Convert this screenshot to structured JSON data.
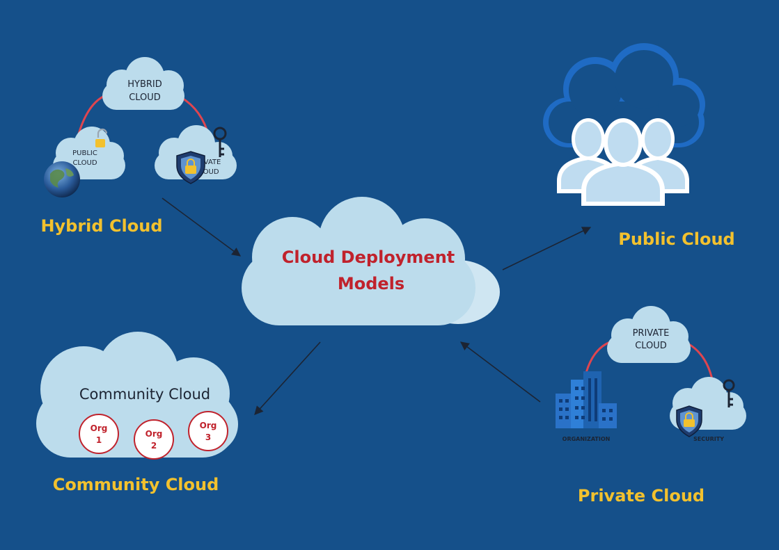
{
  "center": {
    "line1": "Cloud Deployment",
    "line2": "Models"
  },
  "hybrid": {
    "label": "Hybrid Cloud",
    "top_cloud_line1": "HYBRID",
    "top_cloud_line2": "CLOUD",
    "public_line1": "PUBLIC",
    "public_line2": "CLOUD",
    "private_line1": "PRIVATE",
    "private_line2": "CLOUD"
  },
  "public": {
    "label": "Public Cloud"
  },
  "community": {
    "label": "Community Cloud",
    "cloud_title": "Community Cloud",
    "orgs": [
      {
        "line1": "Org",
        "line2": "1"
      },
      {
        "line1": "Org",
        "line2": "2"
      },
      {
        "line1": "Org",
        "line2": "3"
      }
    ]
  },
  "private": {
    "label": "Private Cloud",
    "cloud_line1": "PRIVATE",
    "cloud_line2": "CLOUD",
    "org_label": "ORGANIZATION",
    "security_label": "SECURITY"
  },
  "colors": {
    "background": "#15508a",
    "label": "#f2c12e",
    "center_title": "#c0222c",
    "cloud": "#bcdcec",
    "connector": "#e0454f"
  }
}
